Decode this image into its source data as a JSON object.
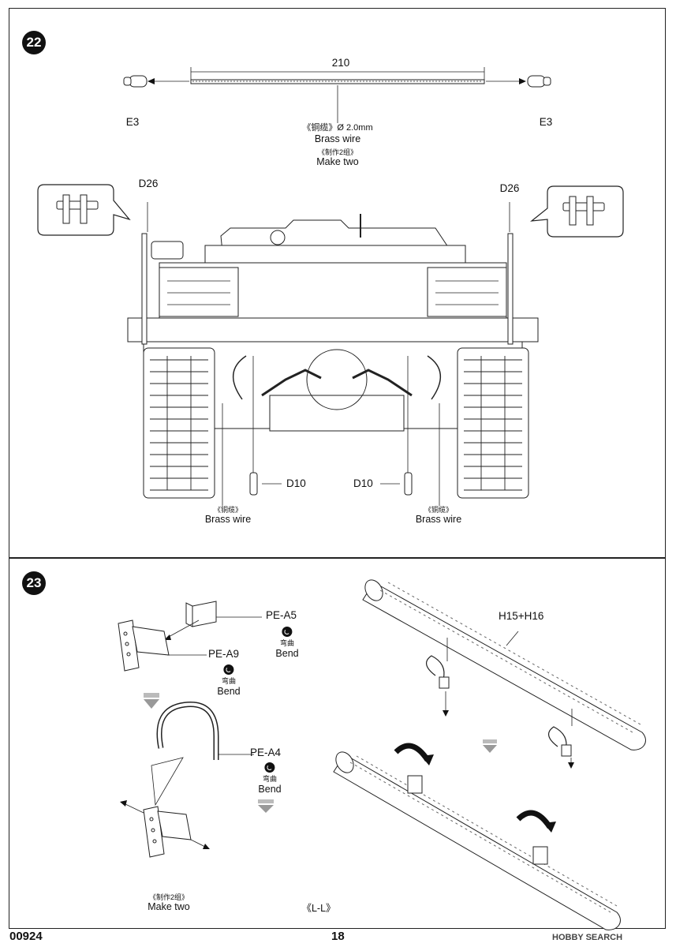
{
  "step22": {
    "number": "22",
    "dimension": "210",
    "e3_left": "E3",
    "e3_right": "E3",
    "brass_cn": "《铜缆》Ø 2.0mm",
    "brass_en": "Brass wire",
    "make_two_cn": "《制作2组》",
    "make_two_en": "Make two",
    "d26_left": "D26",
    "d26_right": "D26",
    "d10_left": "D10",
    "d10_right": "D10",
    "brass_left_cn": "《铜缆》",
    "brass_left_en": "Brass wire",
    "brass_right_cn": "《铜缆》",
    "brass_right_en": "Brass wire"
  },
  "step23": {
    "number": "23",
    "pe_a5": "PE-A5",
    "pe_a9": "PE-A9",
    "pe_a4": "PE-A4",
    "bend_cn": "弯曲",
    "bend_en": "Bend",
    "h_label": "H15+H16",
    "make_two_cn": "《制作2组》",
    "make_two_en": "Make two",
    "ll_label": "《L-L》"
  },
  "footer": {
    "code": "00924",
    "page": "18",
    "watermark": "HOBBY SEARCH"
  }
}
